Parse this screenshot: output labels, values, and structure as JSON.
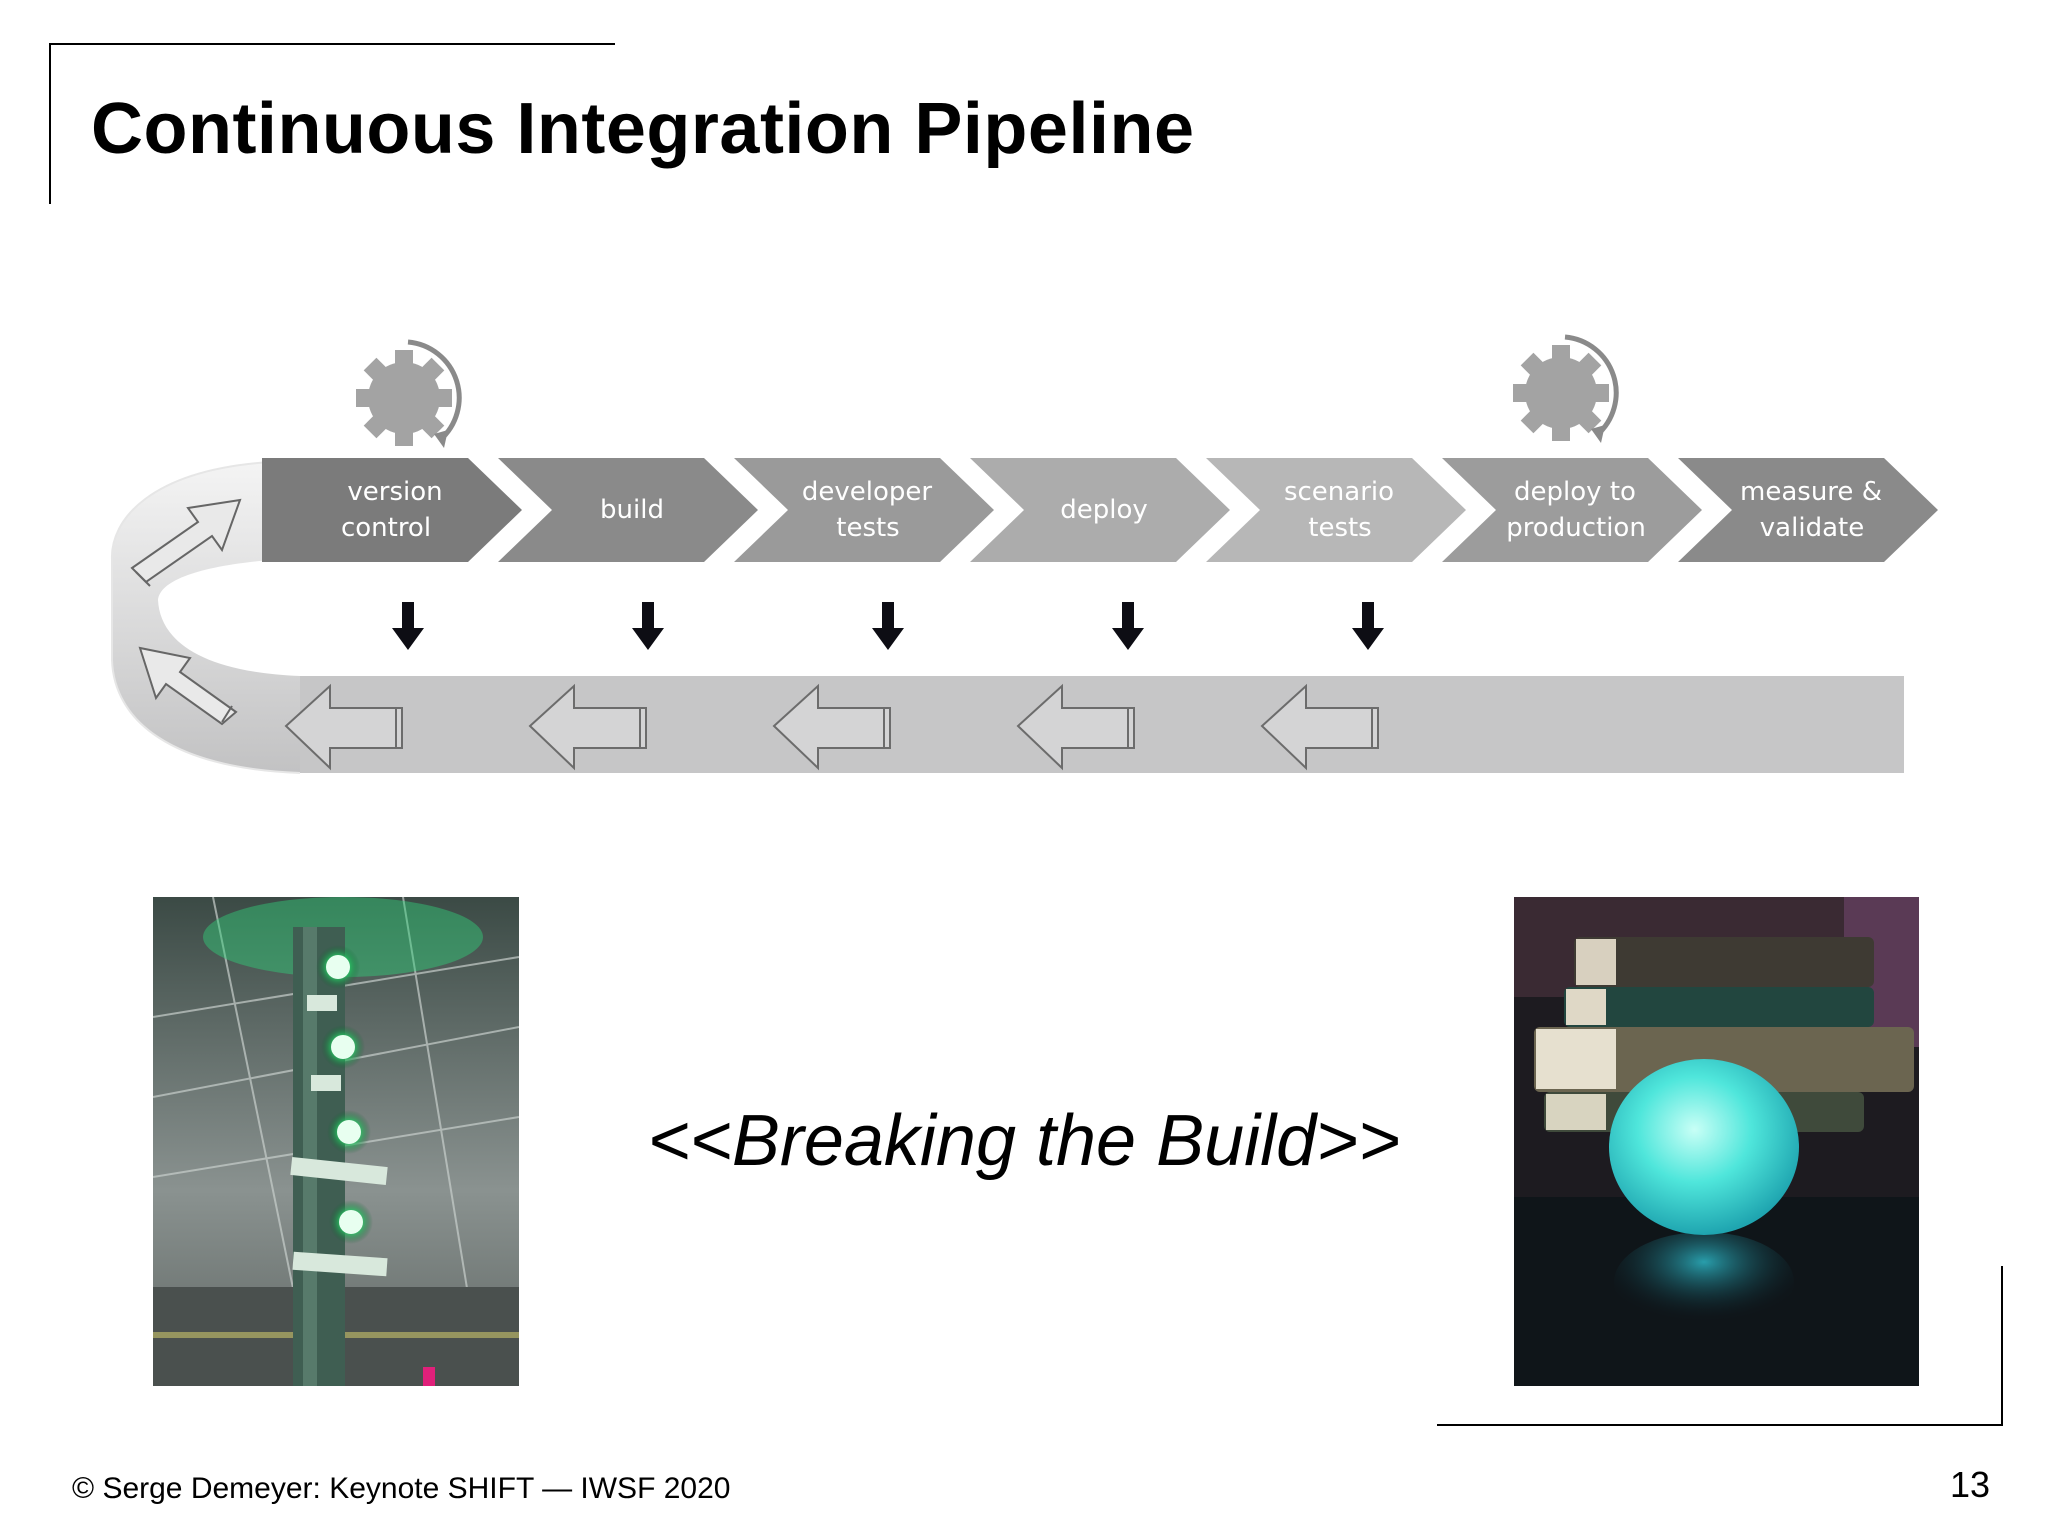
{
  "slide": {
    "title": "Continuous Integration Pipeline",
    "caption": "<<Breaking the Build>>",
    "footer": "© Serge Demeyer: Keynote SHIFT — IWSF 2020",
    "page_number": "13"
  },
  "pipeline": {
    "stages": [
      {
        "line1": "version",
        "line2": "control",
        "color": "#7b7b7b"
      },
      {
        "line1": "build",
        "line2": "",
        "color": "#8a8a8a"
      },
      {
        "line1": "developer",
        "line2": "tests",
        "color": "#9a9a9a"
      },
      {
        "line1": "deploy",
        "line2": "",
        "color": "#acacac"
      },
      {
        "line1": "scenario",
        "line2": "tests",
        "color": "#b7b7b7"
      },
      {
        "line1": "deploy to",
        "line2": "production",
        "color": "#9c9c9c"
      },
      {
        "line1": "measure &",
        "line2": "validate",
        "color": "#8a8a8a"
      }
    ],
    "gear_icons": [
      "gear-icon",
      "gear-icon"
    ],
    "feedback_arrow_icons": [
      "arrow-down-icon",
      "arrow-left-icon"
    ]
  },
  "images": {
    "left": "build-status-light-tower",
    "right": "glowing-orb-lamp"
  }
}
